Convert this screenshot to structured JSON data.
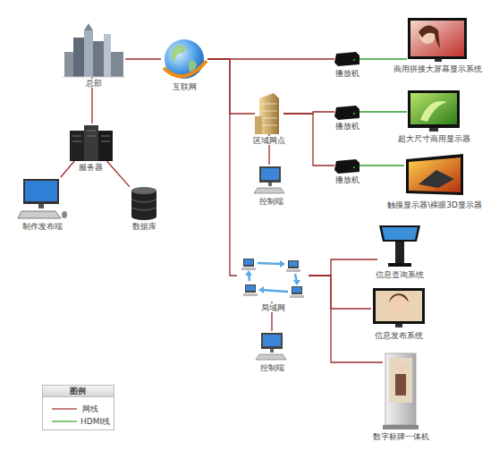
{
  "diagram": {
    "nodes": [
      {
        "text": [
          "总部"
        ]
      },
      {
        "text": [
          "互联网"
        ]
      },
      {
        "text": [
          "服务器"
        ]
      },
      {
        "text": [
          "制作发布端"
        ]
      },
      {
        "text": [
          "数据库"
        ]
      },
      {
        "text": [
          "区域网点"
        ]
      },
      {
        "text": [
          "控制端"
        ]
      },
      {
        "text": [
          "播放机"
        ]
      },
      {
        "text": [
          "商用拼接大屏幕显示系统"
        ]
      },
      {
        "text": [
          "播放机"
        ]
      },
      {
        "text": [
          "超大尺寸商用显示器"
        ]
      },
      {
        "text": [
          "播放机"
        ]
      },
      {
        "text": [
          "触摸显示器\\裸眼3D显示器"
        ]
      },
      {
        "text": [
          "局域网"
        ]
      },
      {
        "text": [
          "控制端"
        ]
      },
      {
        "text": [
          "信息查询系统"
        ]
      },
      {
        "text": [
          "信息发布系统"
        ]
      },
      {
        "text": [
          "数字标牌一体机"
        ]
      }
    ],
    "edges": [
      {
        "from": 0,
        "to": 1,
        "arrow": "none"
      },
      {
        "from": 0,
        "to": 2,
        "arrow": "none"
      },
      {
        "from": 2,
        "to": 3,
        "arrow": "none"
      },
      {
        "from": 2,
        "to": 4,
        "arrow": "none"
      },
      {
        "from": 1,
        "to": 7,
        "arrow": "none"
      },
      {
        "from": 7,
        "to": 8,
        "arrow": "none"
      },
      {
        "from": 1,
        "to": 5,
        "arrow": "none"
      },
      {
        "from": 5,
        "to": 9,
        "arrow": "none"
      },
      {
        "from": 9,
        "to": 10,
        "arrow": "none"
      },
      {
        "from": 5,
        "to": 11,
        "arrow": "none"
      },
      {
        "from": 11,
        "to": 12,
        "arrow": "none"
      },
      {
        "from": 5,
        "to": 6,
        "arrow": "none"
      },
      {
        "from": 1,
        "to": 13,
        "arrow": "none"
      },
      {
        "from": 13,
        "to": 14,
        "arrow": "none"
      },
      {
        "from": 13,
        "to": 15,
        "arrow": "none"
      },
      {
        "from": 13,
        "to": 16,
        "arrow": "none"
      },
      {
        "from": 13,
        "to": 17,
        "arrow": "none"
      }
    ],
    "labels": [
      "图例"
    ],
    "legend": [
      {
        "text": "网线"
      },
      {
        "text": "HDMI线"
      }
    ]
  }
}
